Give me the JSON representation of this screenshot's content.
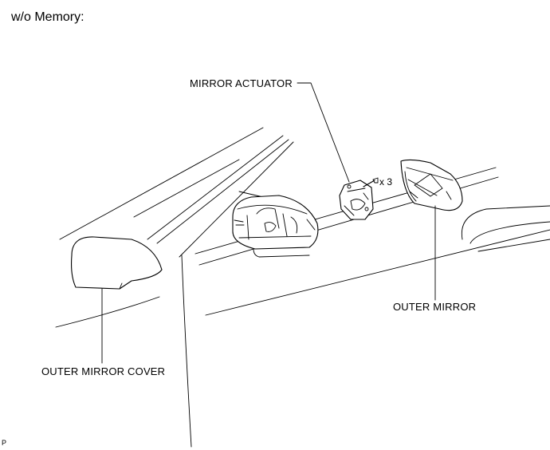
{
  "diagram": {
    "heading": "w/o Memory:",
    "labels": {
      "mirror_actuator": "MIRROR ACTUATOR",
      "outer_mirror": "OUTER MIRROR",
      "outer_mirror_cover": "OUTER MIRROR COVER",
      "screw_quantity": "x 3"
    },
    "illustration_code": "P"
  }
}
